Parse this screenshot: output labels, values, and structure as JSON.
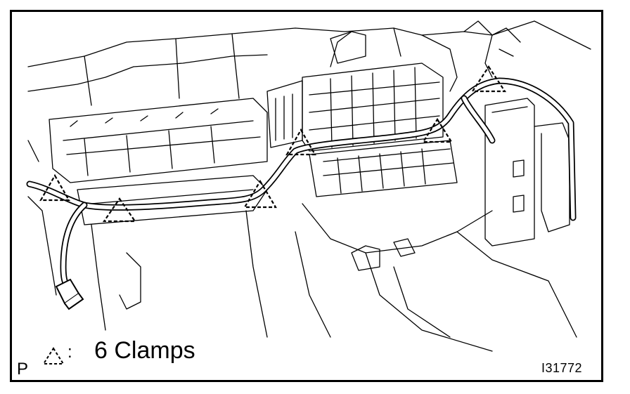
{
  "legend": {
    "symbol_icon": "dashed-triangle-clamp-icon",
    "separator": ":",
    "label": "6 Clamps"
  },
  "corner_mark": "P",
  "figure_id": "I31772",
  "clamp_count": 6
}
